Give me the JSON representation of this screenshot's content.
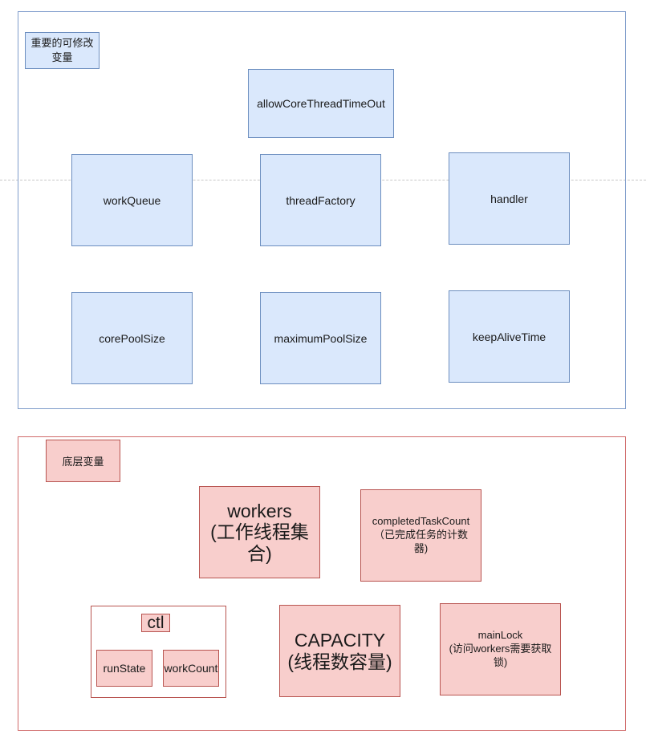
{
  "top_group": {
    "label": "重要的可修改变量",
    "items": {
      "allow_core": "allowCoreThreadTimeOut",
      "work_queue": "workQueue",
      "thread_factory": "threadFactory",
      "handler": "handler",
      "core_pool": "corePoolSize",
      "max_pool": "maximumPoolSize",
      "keep_alive": "keepAliveTime"
    }
  },
  "bottom_group": {
    "label": "底层变量",
    "workers": {
      "line1": "workers",
      "line2": "(工作线程集",
      "line3": "合)"
    },
    "completed": {
      "line1": "completedTaskCount",
      "line2": "（已完成任务的计数",
      "line3": "器)"
    },
    "ctl": {
      "label": "ctl",
      "run_state": "runState",
      "work_count": "workCount"
    },
    "capacity": {
      "line1": "CAPACITY",
      "line2": "(线程数容量)"
    },
    "main_lock": {
      "line1": "mainLock",
      "line2": "(访问workers需要获取",
      "line3": "锁)"
    }
  }
}
